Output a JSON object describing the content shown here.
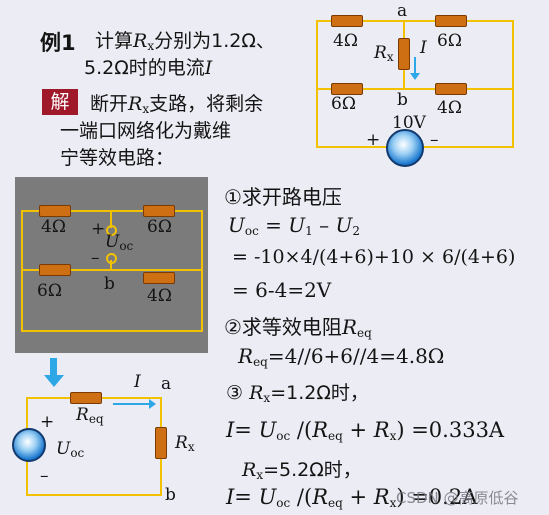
{
  "example": {
    "title": "例1",
    "line1": "计算",
    "var_R": "R",
    "var_x": "x",
    "line1_rest": "分别为1.2Ω、",
    "line2": "5.2Ω时的电流",
    "var_I": "I"
  },
  "solution": {
    "badge": "解",
    "line1_pre": "断开",
    "var_R": "R",
    "var_x": "x",
    "line1_post": "支路，将剩余",
    "line2": "一端口网络化为戴维",
    "line3": "宁等效电路："
  },
  "circuit_top": {
    "r_top_left": "4Ω",
    "r_top_right": "6Ω",
    "r_bottom_left": "6Ω",
    "r_bottom_right": "4Ω",
    "node_a": "a",
    "node_b": "b",
    "rx_R": "R",
    "rx_x": "x",
    "current": "I",
    "source_label": "10V",
    "plus": "+",
    "minus": "–"
  },
  "circuit_open": {
    "r_top_left": "4Ω",
    "r_top_right": "6Ω",
    "r_bottom_left": "6Ω",
    "r_bottom_right": "4Ω",
    "plus": "+",
    "minus": "–",
    "uoc_U": "U",
    "uoc_sub": "oc",
    "node_b": "b"
  },
  "circuit_thevenin": {
    "plus": "+",
    "minus": "–",
    "req_R": "R",
    "req_sub": "eq",
    "current": "I",
    "node_a": "a",
    "node_b": "b",
    "uoc_U": "U",
    "uoc_sub": "oc",
    "rx_R": "R",
    "rx_x": "x"
  },
  "steps": {
    "step1_title": "①求开路电压",
    "uoc_eq_left_U": "U",
    "uoc_eq_left_sub": "oc",
    "uoc_eq_mid": " = ",
    "u1_U": "U",
    "u1_sub": "1",
    "uoc_eq_minus": " – ",
    "u2_U": "U",
    "u2_sub": "2",
    "calc_line": "= -10×4/(4+6)+10 × 6/(4+6)",
    "result_line": "= 6-4=2V",
    "step2_title": "②求等效电阻",
    "step2_R": "R",
    "step2_sub": "eq",
    "req_R": "R",
    "req_sub": "eq",
    "req_value": "=4//6+6//4=4.8Ω",
    "step3_prefix": "③",
    "step3_R": "R",
    "step3_x": "x",
    "step3_value": "=1.2Ω时，",
    "i1_I": "I",
    "i1_eq": "= ",
    "i1_U": "U",
    "i1_oc": "oc",
    "i1_mid": " /(",
    "i1_R": "R",
    "i1_eq_sub": "eq",
    "i1_plus": " + ",
    "i1_R2": "R",
    "i1_x": "x",
    "i1_result": ") =0.333A",
    "rx2_R": "R",
    "rx2_x": "x",
    "rx2_value": "=5.2Ω时，",
    "i2_I": "I",
    "i2_eq": "= ",
    "i2_U": "U",
    "i2_oc": "oc",
    "i2_mid": " /(",
    "i2_R": "R",
    "i2_eq_sub": "eq",
    "i2_plus": " + ",
    "i2_R2": "R",
    "i2_x": "x",
    "i2_result": ") =0.2A"
  },
  "watermark": "CSDN @高原低谷",
  "colors": {
    "background": "#ececf4",
    "wire": "#f2c200",
    "resistor": "#cf6f14",
    "badge": "#a0192a",
    "arrow": "#2ea7e6",
    "gray_panel": "#7b7b7b"
  }
}
